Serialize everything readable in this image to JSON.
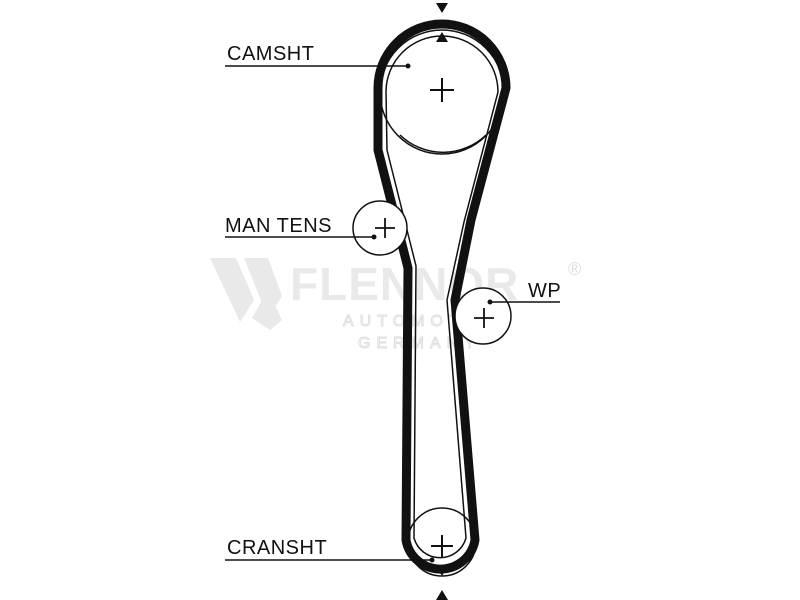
{
  "labels": {
    "camshaft": "CAMSHT",
    "tensioner": "MAN TENS",
    "water_pump": "WP",
    "crankshaft": "CRANSHT"
  },
  "watermark": {
    "brand": "FLENNOR",
    "registered": "®",
    "line1": "AUTOMOTIVE",
    "line2": "GERMANY"
  },
  "colors": {
    "belt": "#111111",
    "background": "#ffffff",
    "watermark": "#e6e6e6"
  }
}
